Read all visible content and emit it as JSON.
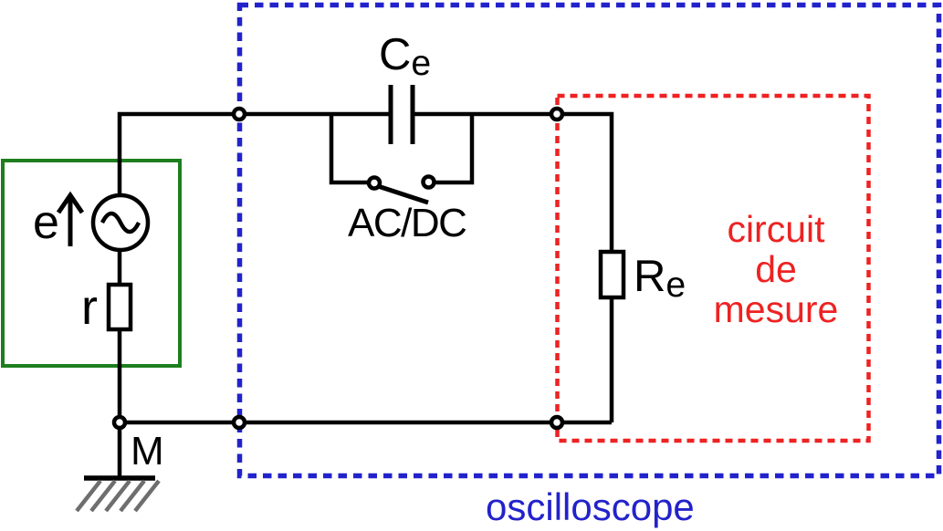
{
  "colors": {
    "wire": "#000000",
    "oscilloscope_box": "#2222cc",
    "measure_box": "#ee2222",
    "source_box": "#1e7e1e",
    "ground_hatch": "#6e6e6e",
    "background": "#ffffff"
  },
  "source_block": {
    "emf_label": "e",
    "internal_resistor_label": "r"
  },
  "ground": {
    "node_label": "M"
  },
  "coupling": {
    "capacitor_label": "C",
    "capacitor_subscript": "e",
    "switch_label": "AC/DC"
  },
  "input_impedance": {
    "resistor_label": "R",
    "resistor_subscript": "e"
  },
  "measure_box": {
    "caption_line1": "circuit",
    "caption_line2": "de",
    "caption_line3": "mesure"
  },
  "oscilloscope_box": {
    "caption": "oscilloscope"
  }
}
